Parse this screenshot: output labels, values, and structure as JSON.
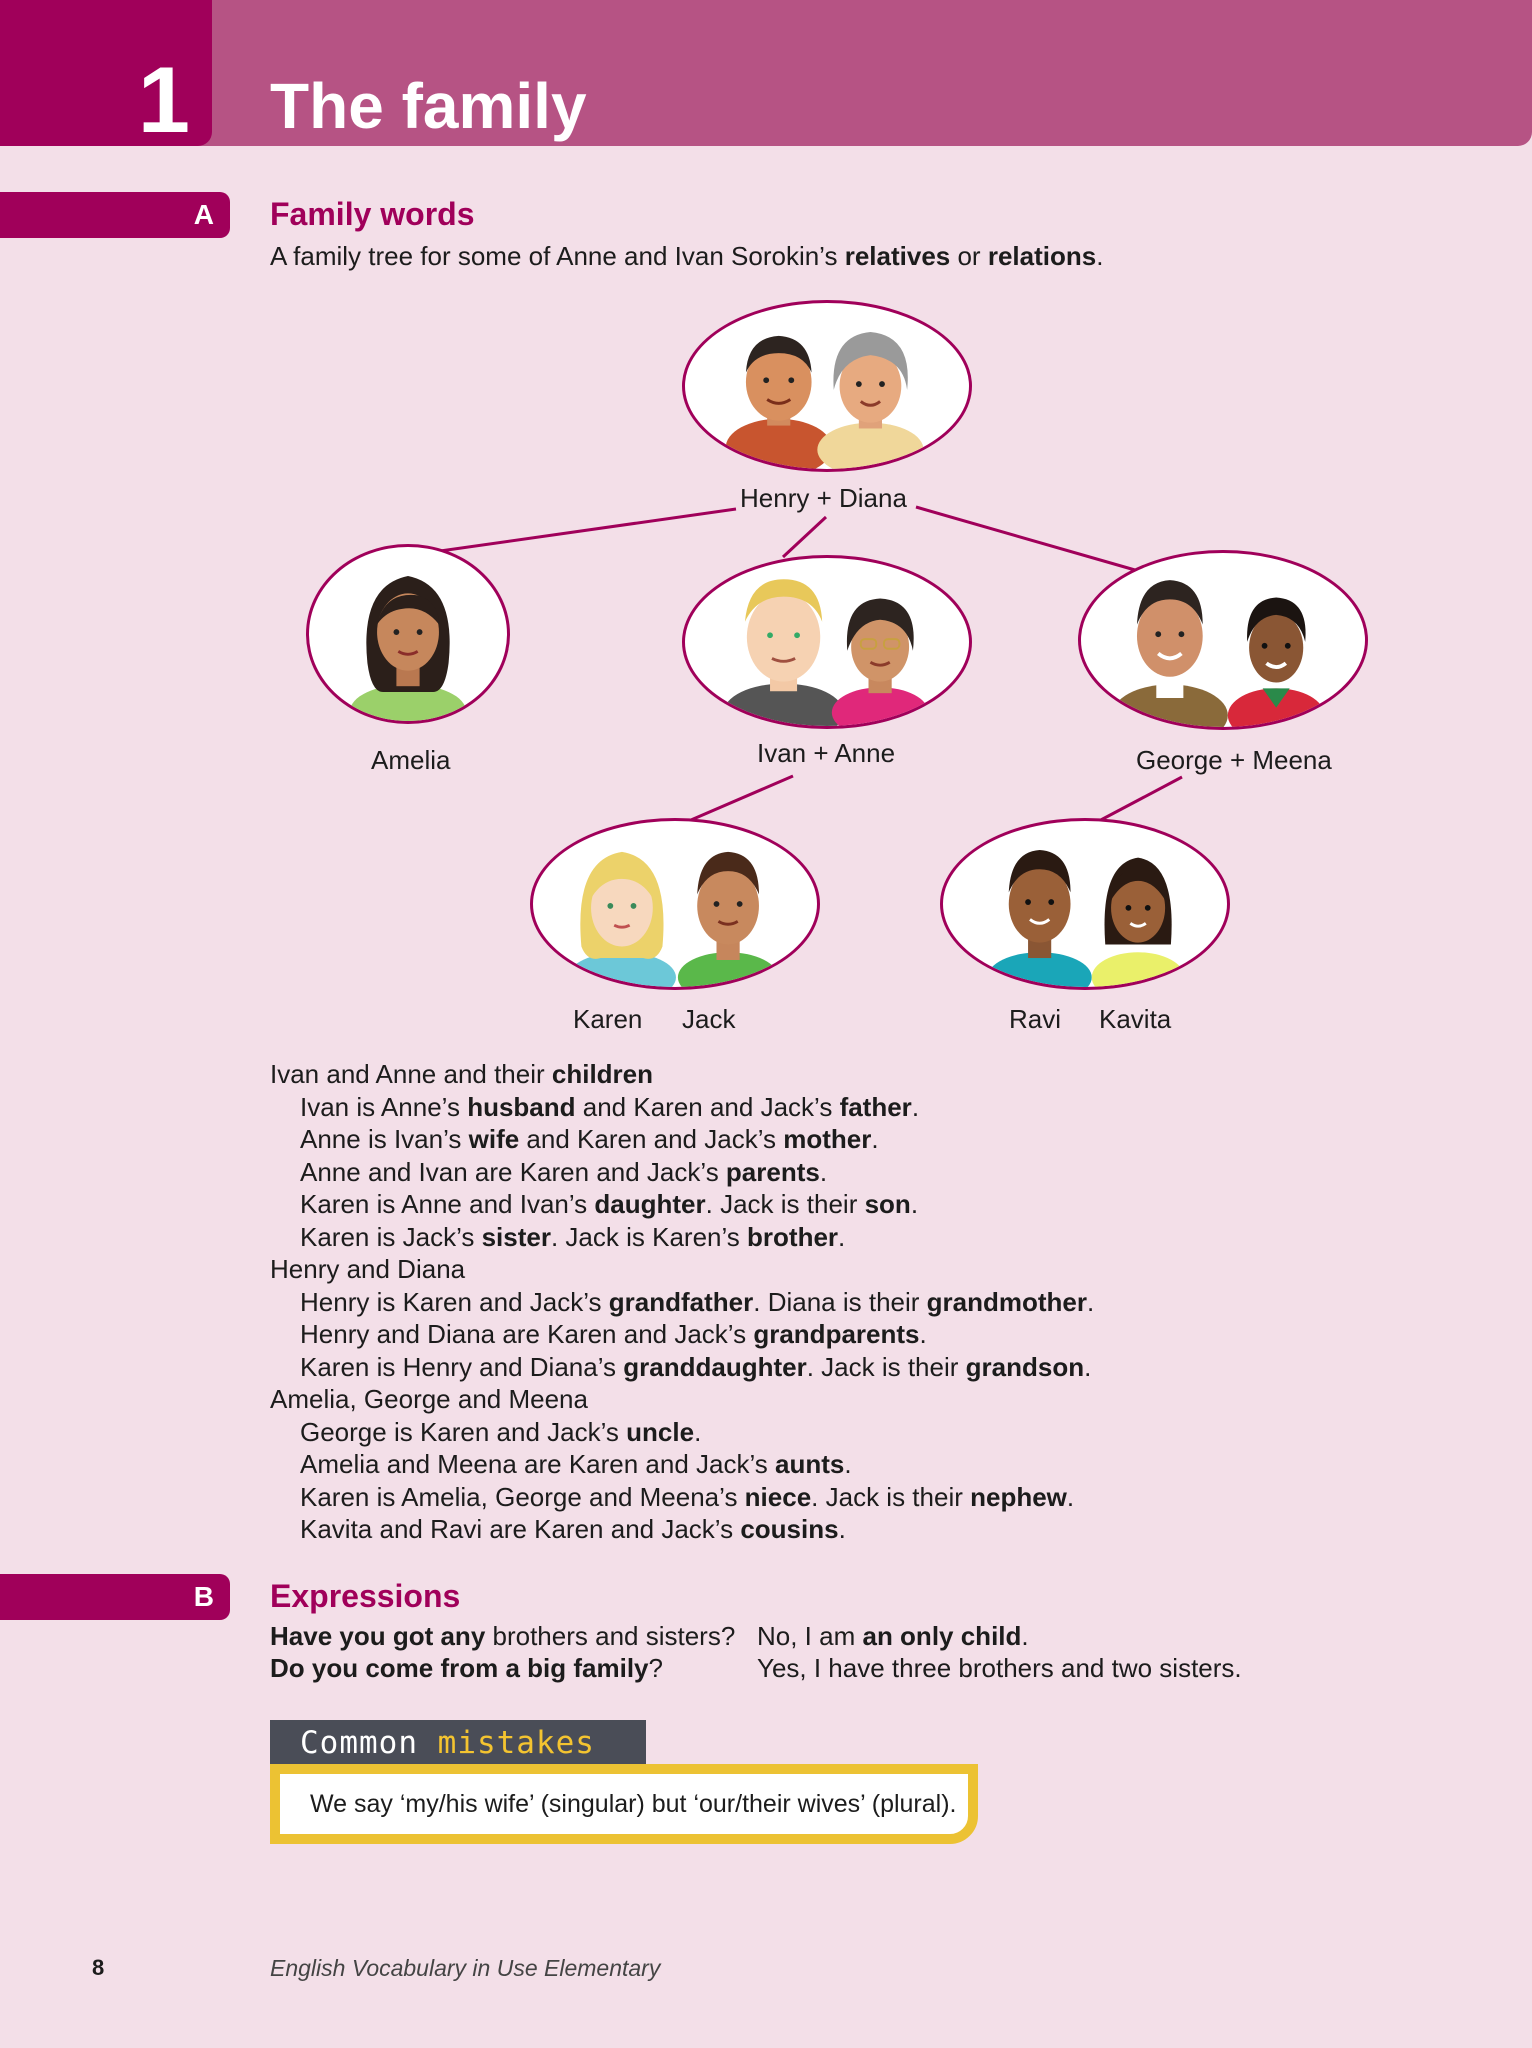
{
  "header": {
    "unit_number": "1",
    "title": "The family"
  },
  "section_a": {
    "letter": "A",
    "title": "Family words",
    "intro": [
      "A family tree for some of Anne and Ivan Sorokin’s ",
      "relatives",
      " or ",
      "relations",
      "."
    ]
  },
  "tree": {
    "grandparents": "Henry + Diana",
    "amelia": "Amelia",
    "ivan_anne": "Ivan + Anne",
    "george_meena": "George + Meena",
    "karen": "Karen",
    "jack": "Jack",
    "ravi": "Ravi",
    "kavita": "Kavita"
  },
  "family_text": [
    {
      "indent": false,
      "parts": [
        [
          "Ivan and Anne and their ",
          false
        ],
        [
          "children",
          true
        ]
      ]
    },
    {
      "indent": true,
      "parts": [
        [
          "Ivan is Anne’s ",
          false
        ],
        [
          "husband",
          true
        ],
        [
          " and Karen and Jack’s ",
          false
        ],
        [
          "father",
          true
        ],
        [
          ".",
          false
        ]
      ]
    },
    {
      "indent": true,
      "parts": [
        [
          "Anne is Ivan’s ",
          false
        ],
        [
          "wife",
          true
        ],
        [
          " and Karen and Jack’s ",
          false
        ],
        [
          "mother",
          true
        ],
        [
          ".",
          false
        ]
      ]
    },
    {
      "indent": true,
      "parts": [
        [
          "Anne and Ivan are Karen and Jack’s ",
          false
        ],
        [
          "parents",
          true
        ],
        [
          ".",
          false
        ]
      ]
    },
    {
      "indent": true,
      "parts": [
        [
          "Karen is Anne and Ivan’s ",
          false
        ],
        [
          "daughter",
          true
        ],
        [
          ". Jack is their ",
          false
        ],
        [
          "son",
          true
        ],
        [
          ".",
          false
        ]
      ]
    },
    {
      "indent": true,
      "parts": [
        [
          "Karen is Jack’s ",
          false
        ],
        [
          "sister",
          true
        ],
        [
          ". Jack is Karen’s ",
          false
        ],
        [
          "brother",
          true
        ],
        [
          ".",
          false
        ]
      ]
    },
    {
      "indent": false,
      "parts": [
        [
          "Henry and Diana",
          false
        ]
      ]
    },
    {
      "indent": true,
      "parts": [
        [
          "Henry is Karen and Jack’s ",
          false
        ],
        [
          "grandfather",
          true
        ],
        [
          ". Diana is their ",
          false
        ],
        [
          "grandmother",
          true
        ],
        [
          ".",
          false
        ]
      ]
    },
    {
      "indent": true,
      "parts": [
        [
          "Henry and Diana are Karen and Jack’s ",
          false
        ],
        [
          "grandparents",
          true
        ],
        [
          ".",
          false
        ]
      ]
    },
    {
      "indent": true,
      "parts": [
        [
          "Karen is Henry and Diana’s ",
          false
        ],
        [
          "granddaughter",
          true
        ],
        [
          ". Jack is their ",
          false
        ],
        [
          "grandson",
          true
        ],
        [
          ".",
          false
        ]
      ]
    },
    {
      "indent": false,
      "parts": [
        [
          "Amelia, George and Meena",
          false
        ]
      ]
    },
    {
      "indent": true,
      "parts": [
        [
          "George is Karen and Jack’s ",
          false
        ],
        [
          "uncle",
          true
        ],
        [
          ".",
          false
        ]
      ]
    },
    {
      "indent": true,
      "parts": [
        [
          "Amelia and Meena are Karen and Jack’s ",
          false
        ],
        [
          "aunts",
          true
        ],
        [
          ".",
          false
        ]
      ]
    },
    {
      "indent": true,
      "parts": [
        [
          "Karen is Amelia, George and Meena’s ",
          false
        ],
        [
          "niece",
          true
        ],
        [
          ". Jack is their ",
          false
        ],
        [
          "nephew",
          true
        ],
        [
          ".",
          false
        ]
      ]
    },
    {
      "indent": true,
      "parts": [
        [
          "Kavita and Ravi are Karen and Jack’s ",
          false
        ],
        [
          "cousins",
          true
        ],
        [
          ".",
          false
        ]
      ]
    }
  ],
  "section_b": {
    "letter": "B",
    "title": "Expressions",
    "q1": [
      "Have you got any",
      " brothers and sisters?"
    ],
    "a1": [
      "No, I am ",
      "an only child",
      "."
    ],
    "q2": [
      "Do you come from a big family",
      "?"
    ],
    "a2": "Yes, I have three brothers and two sisters."
  },
  "common_mistakes": {
    "label_1": "Common",
    "label_2": "mistakes",
    "text": "We say ‘my/his wife’ (singular) but ‘our/their wives’ (plural)."
  },
  "footer": {
    "page_number": "8",
    "book_title": "English Vocabulary in Use Elementary"
  },
  "colors": {
    "brand": "#a0005a",
    "header": "#b65384",
    "background": "#f3dfe8",
    "mistakes_frame": "#ecc233",
    "mistakes_header": "#4a4d57"
  }
}
